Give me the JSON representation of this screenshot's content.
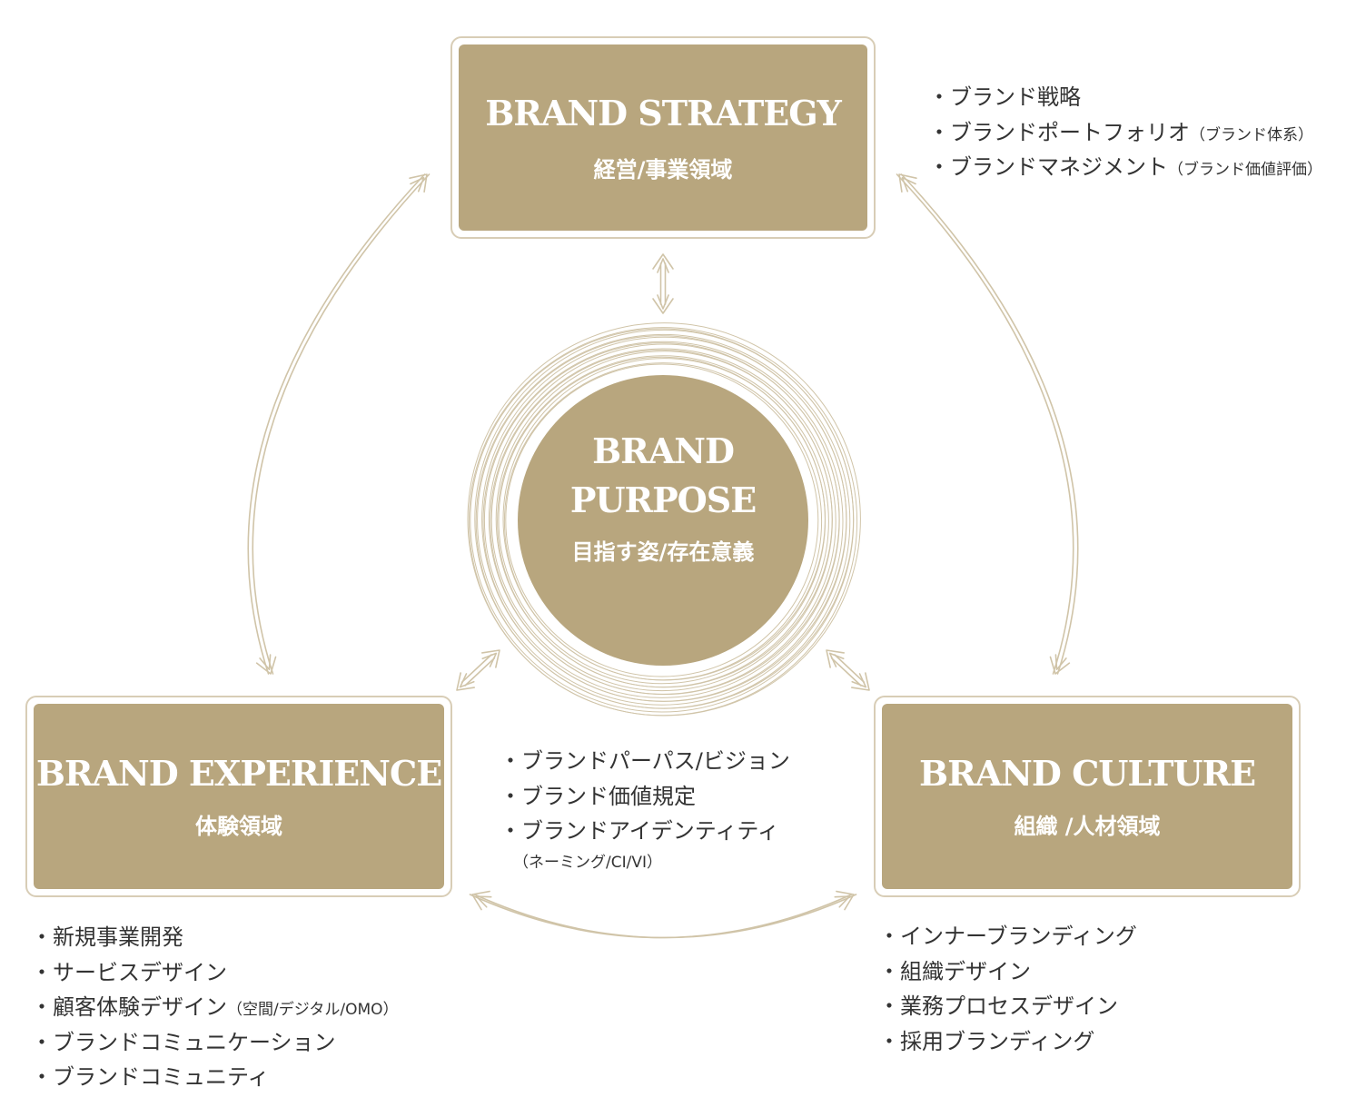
{
  "colors": {
    "gold": "#b8a67e",
    "gold_line": "#d0c4a8",
    "text": "#333333",
    "white": "#ffffff"
  },
  "center": {
    "title_line1": "BRAND",
    "title_line2": "PURPOSE",
    "subtitle": "目指す姿/存在意義"
  },
  "strategy": {
    "title": "BRAND STRATEGY",
    "subtitle": "経営/事業領域",
    "bullets": [
      {
        "text": "・ブランド戦略",
        "note": ""
      },
      {
        "text": "・ブランドポートフォリオ",
        "note": "（ブランド体系）"
      },
      {
        "text": "・ブランドマネジメント",
        "note": "（ブランド価値評価）"
      }
    ]
  },
  "experience": {
    "title": "BRAND EXPERIENCE",
    "subtitle": "体験領域",
    "bullets": [
      {
        "text": "・新規事業開発",
        "note": ""
      },
      {
        "text": "・サービスデザイン",
        "note": ""
      },
      {
        "text": "・顧客体験デザイン",
        "note": "（空間/デジタル/OMO）"
      },
      {
        "text": "・ブランドコミュニケーション",
        "note": ""
      },
      {
        "text": "・ブランドコミュニティ",
        "note": ""
      }
    ]
  },
  "culture": {
    "title": "BRAND CULTURE",
    "subtitle": "組織 /人材領域",
    "bullets": [
      {
        "text": "・インナーブランディング",
        "note": ""
      },
      {
        "text": "・組織デザイン",
        "note": ""
      },
      {
        "text": "・業務プロセスデザイン",
        "note": ""
      },
      {
        "text": "・採用ブランディング",
        "note": ""
      }
    ]
  },
  "purpose_bullets": {
    "items": [
      {
        "text": "・ブランドパーパス/ビジョン",
        "note": ""
      },
      {
        "text": "・ブランド価値規定",
        "note": ""
      },
      {
        "text": "・ブランドアイデンティティ",
        "note": ""
      }
    ],
    "trailing_note": "（ネーミング/CI/VI）"
  }
}
